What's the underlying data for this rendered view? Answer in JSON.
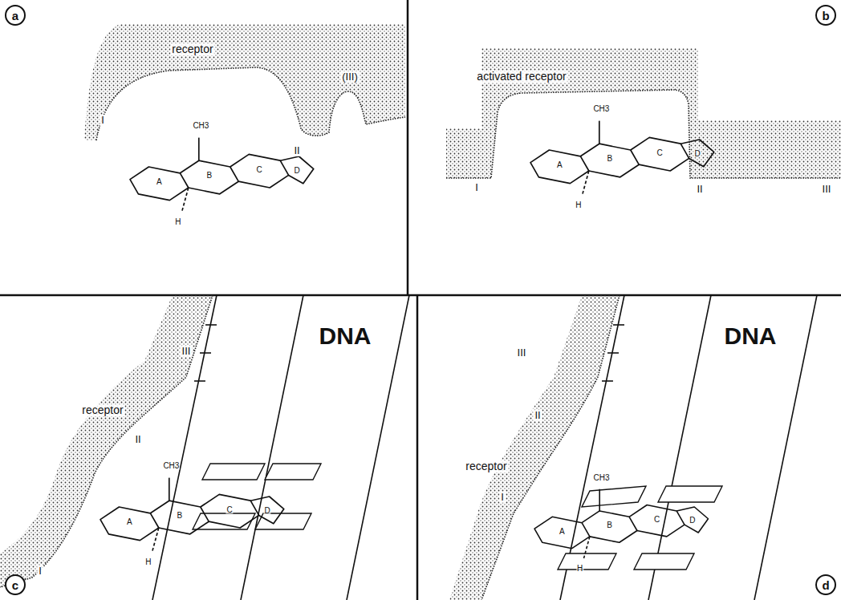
{
  "diagram": {
    "nodes": [
      {
        "text": [
          "a"
        ]
      },
      {
        "text": [
          "b"
        ]
      },
      {
        "text": [
          "c"
        ]
      },
      {
        "text": [
          "d"
        ]
      }
    ],
    "labels": [
      "receptor",
      "I",
      "II",
      "(III)",
      "CH3",
      "H",
      "A",
      "B",
      "C",
      "D",
      "activated receptor",
      "I",
      "II",
      "III",
      "CH3",
      "H",
      "A",
      "B",
      "C",
      "D",
      "III",
      "receptor",
      "II",
      "I",
      "CH3",
      "H",
      "A",
      "B",
      "C",
      "D",
      "DNA",
      "III",
      "II",
      "receptor",
      "I",
      "CH3",
      "H",
      "A",
      "B",
      "C",
      "D",
      "DNA"
    ]
  }
}
